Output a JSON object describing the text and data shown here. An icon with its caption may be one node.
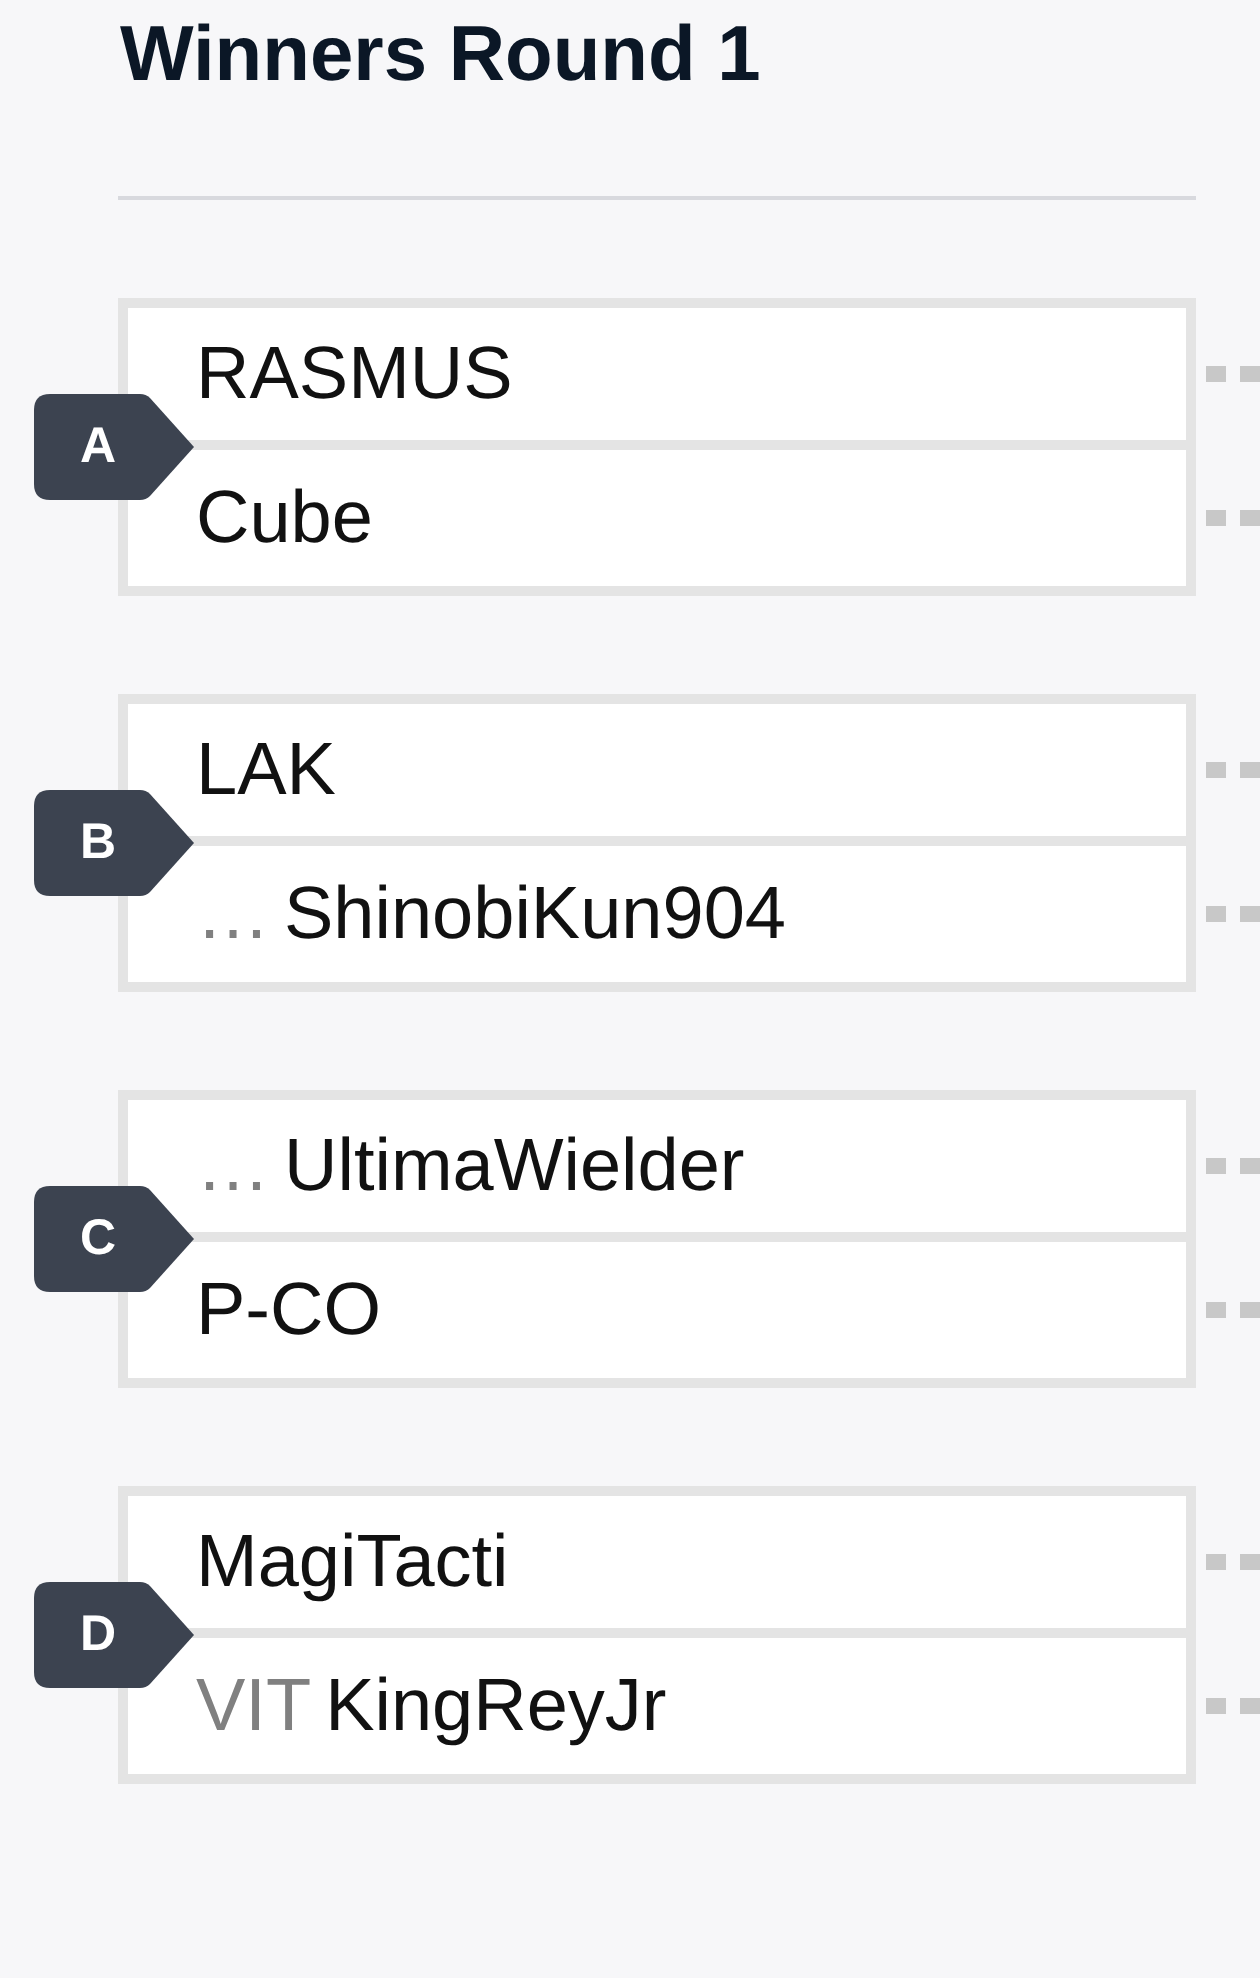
{
  "diagram": {
    "title": "Winners Round 1",
    "nodes": [
      {
        "text": [],
        "shape": "box"
      },
      {
        "text": [
          "A"
        ]
      },
      {
        "text": [
          "RASMUS"
        ],
        "in": 0
      },
      {
        "text": [
          "Cube"
        ],
        "in": 0
      },
      {
        "text": [],
        "shape": "box"
      },
      {
        "text": [
          "B"
        ]
      },
      {
        "text": [
          "LAK"
        ],
        "in": 4
      },
      {
        "text": [
          "…",
          "ShinobiKun904"
        ],
        "in": 4
      },
      {
        "text": [],
        "shape": "box"
      },
      {
        "text": [
          "C"
        ]
      },
      {
        "text": [
          "…",
          "UltimaWielder"
        ],
        "in": 8
      },
      {
        "text": [
          "P-CO"
        ],
        "in": 8
      },
      {
        "text": [],
        "shape": "box"
      },
      {
        "text": [
          "D"
        ]
      },
      {
        "text": [
          "MagiTacti"
        ],
        "in": 12
      },
      {
        "text": [
          "VIT",
          "KingReyJr"
        ],
        "in": 12
      }
    ],
    "edges": [
      {
        "from": 2,
        "to": null,
        "arrow": "none",
        "style": "dashed"
      },
      {
        "from": 3,
        "to": null,
        "arrow": "none",
        "style": "dashed"
      },
      {
        "from": 6,
        "to": null,
        "arrow": "none",
        "style": "dashed"
      },
      {
        "from": 7,
        "to": null,
        "arrow": "none",
        "style": "dashed"
      },
      {
        "from": 10,
        "to": null,
        "arrow": "none",
        "style": "dashed"
      },
      {
        "from": 11,
        "to": null,
        "arrow": "none",
        "style": "dashed"
      },
      {
        "from": 14,
        "to": null,
        "arrow": "none",
        "style": "dashed"
      },
      {
        "from": 15,
        "to": null,
        "arrow": "none",
        "style": "dashed"
      }
    ]
  }
}
